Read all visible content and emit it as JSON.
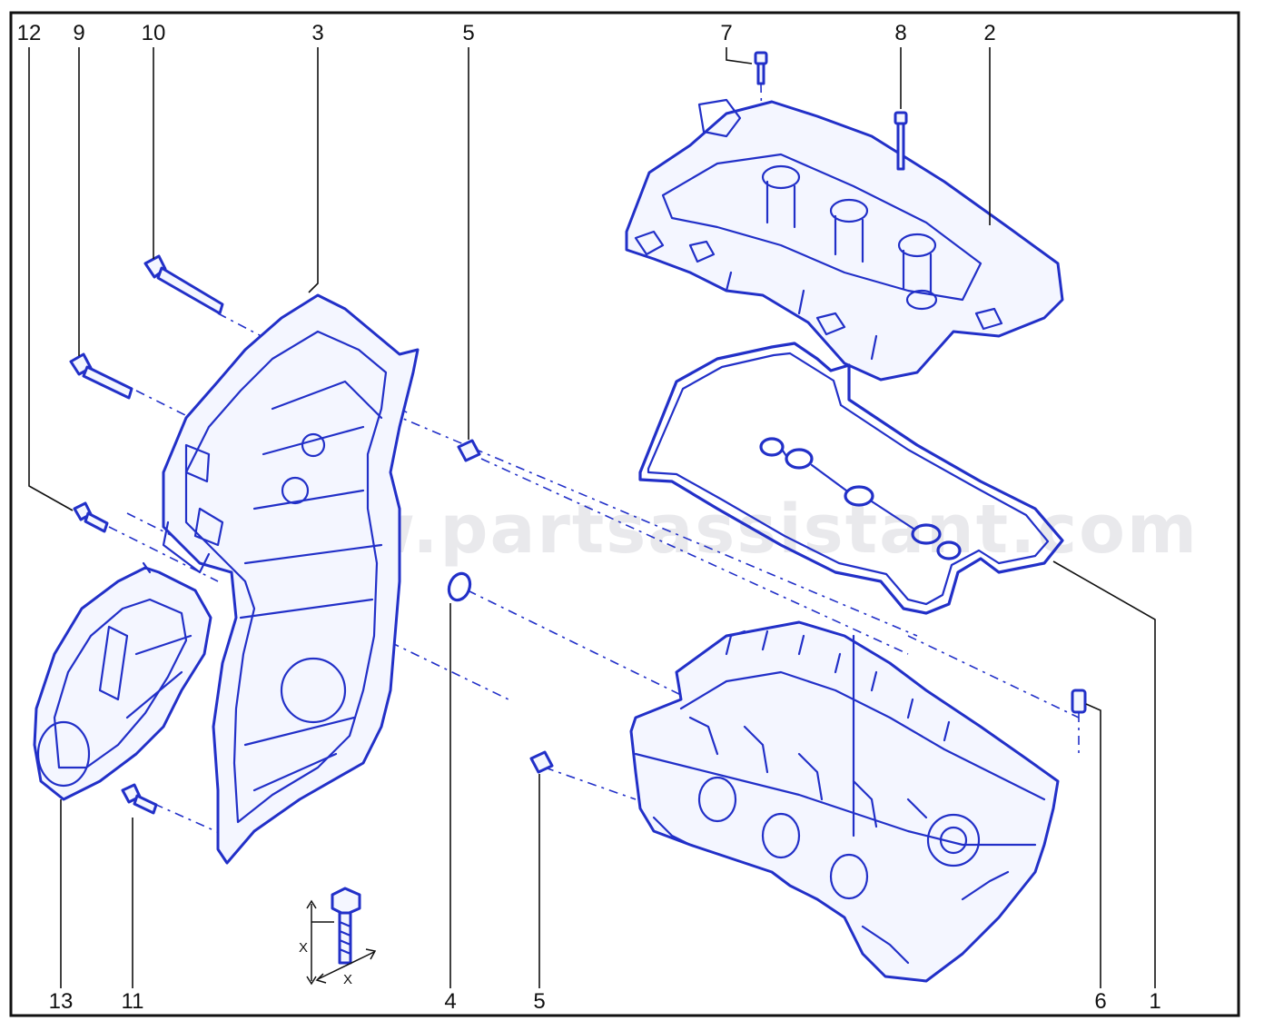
{
  "watermark": "www.partsassistant.com",
  "callouts_top": [
    "12",
    "9",
    "10",
    "3",
    "5",
    "7",
    "8",
    "2"
  ],
  "callouts_bottom": [
    "13",
    "11",
    "4",
    "5",
    "6",
    "1"
  ],
  "dimension_label": "X",
  "colors": {
    "line_art": "#2230c8",
    "frame": "#111111",
    "watermark": "#cfd0d6"
  }
}
